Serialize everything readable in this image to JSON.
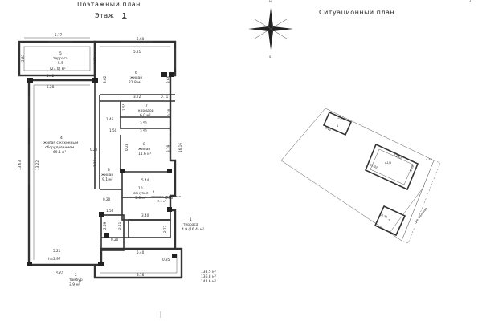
{
  "titles": {
    "floor_plan": "Поэтажный план",
    "floor": "Этаж",
    "floor_no": "1",
    "site_plan": "Ситуационный план"
  },
  "compass": {
    "north": "N",
    "south": "S"
  },
  "rooms": [
    {
      "no": "5",
      "name": "терраса",
      "area": "5.5",
      "area2": "(23.0) м²"
    },
    {
      "no": "6",
      "name": "жилая",
      "area": "21.8 м²"
    },
    {
      "no": "7",
      "name": "коридор",
      "area": "6.0 м²"
    },
    {
      "no": "4",
      "name": "жилая с кухонным",
      "name2": "оборудованием",
      "area": "69.1 м²"
    },
    {
      "no": "8",
      "name": "жилая",
      "area": "11.6 м²"
    },
    {
      "no": "3",
      "name": "жилая",
      "area": "9.1 м²"
    },
    {
      "no": "10",
      "name": "санузел",
      "area": "5.6 м²"
    },
    {
      "no": "9",
      "name": "топочно-котельная",
      "area": "7.9 м²"
    },
    {
      "no": "1",
      "name": "терраса",
      "area": "4.9 (16.4) м²"
    },
    {
      "no": "2",
      "name": "тамбур",
      "area": "3.9 м²"
    }
  ],
  "dims": {
    "d577": "5.77",
    "d285": "2.85",
    "d351": "3.51",
    "d560": "5.60",
    "d521t": "5.21",
    "d542": "5.42",
    "d528": "5.28",
    "d362": "3.62",
    "d366": "3.66",
    "d372": "3.72",
    "d071": "0.71",
    "d146": "1.46",
    "d150a": "1.50",
    "d155": "1.55",
    "d351b": "3.51",
    "d351c": "3.51",
    "d020a": "0.20",
    "d020b": "0.20",
    "d028": "0.28",
    "d339": "3.39",
    "d1616": "16.16",
    "d1363": "13.63",
    "d1322": "13.22",
    "d321": "3.21",
    "d544": "5.44",
    "d020c": "0.20",
    "d150b": "1.50",
    "d340": "3.40",
    "d259": "2.59",
    "d251": "2.51",
    "d020d": "0.20",
    "d273": "2.73",
    "d297": "h=2.97",
    "d521b": "5.21",
    "d540": "5.40",
    "d561": "5.61",
    "d316": "3.16",
    "d020e": "0.20",
    "d035": "0.35"
  },
  "totals": [
    "138.5 м²",
    "136.8 м²",
    "148.6 м²"
  ],
  "site": {
    "lit_a": "A1/II",
    "lit_b": "1",
    "lit_c": "7",
    "street": "ул. Зеленая",
    "dims": [
      "5.03",
      "4.40",
      "13.63",
      "11.02",
      "8.50",
      "10.33",
      "4.50"
    ]
  },
  "corner": "1"
}
